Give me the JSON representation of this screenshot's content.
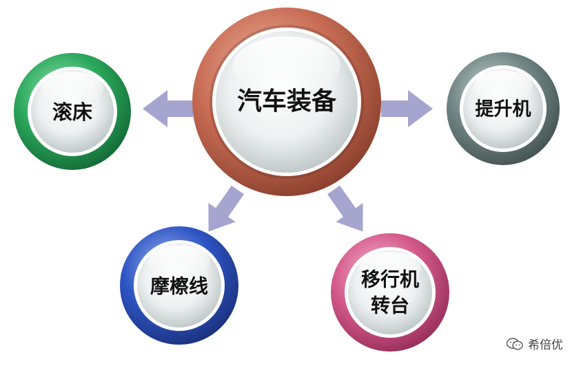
{
  "diagram": {
    "center": {
      "label": "汽车装备",
      "ring": "#c96d55"
    },
    "nodes": [
      {
        "id": "gunchuang",
        "label": "滚床",
        "ring": "#2aa65a"
      },
      {
        "id": "tishengji",
        "label": "提升机",
        "ring": "#6f8583"
      },
      {
        "id": "mocaxian",
        "label": "摩檫线",
        "ring": "#2e55c4"
      },
      {
        "id": "yixingji",
        "label_lines": [
          "移行机",
          "转台"
        ],
        "ring": "#d45a8a"
      }
    ],
    "arrow_color": "#9a9ac8"
  },
  "watermark": {
    "text": "希倍优",
    "icon": "wechat-icon"
  }
}
